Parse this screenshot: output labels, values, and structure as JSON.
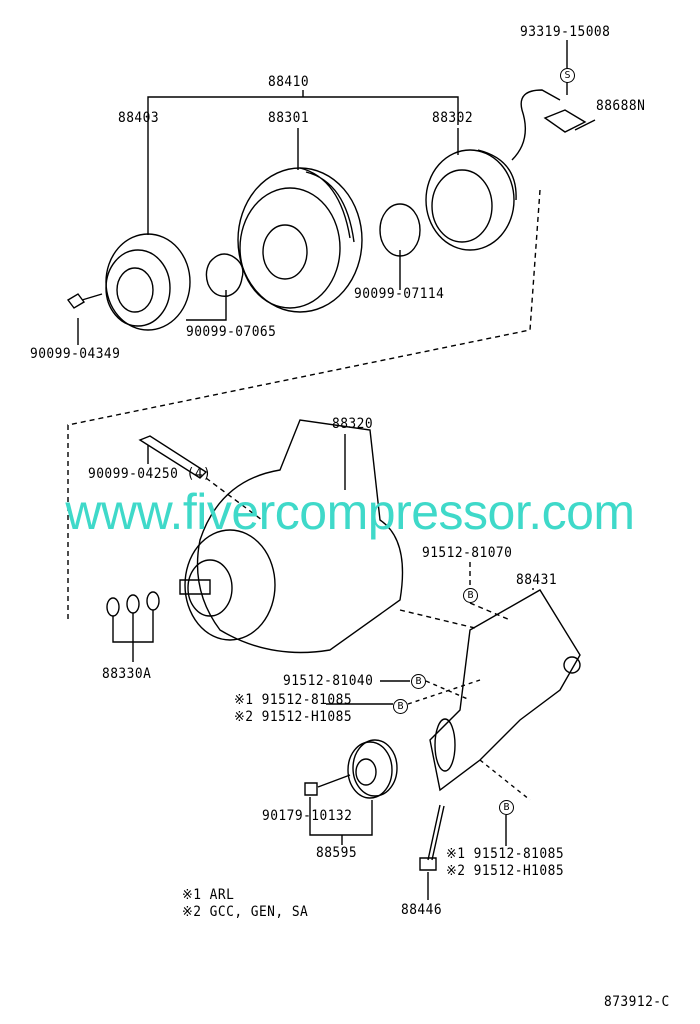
{
  "colors": {
    "watermark": "#3fd9c9",
    "line": "#000000"
  },
  "watermark": "www.fivercompressor.com",
  "parts": {
    "p93319": "93319-15008",
    "p88410": "88410",
    "p88403": "88403",
    "p88301": "88301",
    "p88302": "88302",
    "p88688n": "88688N",
    "p90099_07114": "90099-07114",
    "p90099_07065": "90099-07065",
    "p90099_04349": "90099-04349",
    "p88320": "88320",
    "p90099_04250": "90099-04250 (4)",
    "p91512_81070": "91512-81070",
    "p88431": "88431",
    "p88330a": "88330A",
    "p91512_81040": "91512-81040",
    "p91512_81085_a": "※1 91512-81085",
    "p91512_h1085_a": "※2 91512-H1085",
    "p90179_10132": "90179-10132",
    "p88595": "88595",
    "p91512_81085_b": "※1 91512-81085",
    "p91512_h1085_b": "※2 91512-H1085",
    "p88446": "88446"
  },
  "markers": {
    "s": "S",
    "b": "B"
  },
  "notes": {
    "n1": "※1   ARL",
    "n2": "※2   GCC, GEN, SA"
  },
  "figure_id": "873912-C"
}
